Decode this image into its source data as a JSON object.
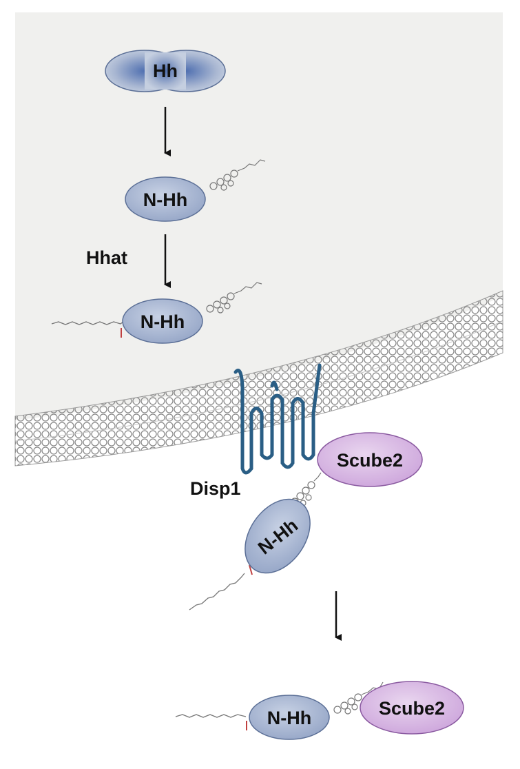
{
  "labels": {
    "hh": "Hh",
    "nhh_1": "N-Hh",
    "hhat": "Hhat",
    "nhh_2": "N-Hh",
    "disp1": "Disp1",
    "scube2_membrane": "Scube2",
    "nhh_3": "N-Hh",
    "nhh_4": "N-Hh",
    "scube2_final": "Scube2"
  },
  "colors": {
    "cytoplasm": "#f0f0ee",
    "protein_fill": "#a9b7d2",
    "protein_stroke": "#5b6f96",
    "membrane": "#8a8a8a",
    "disp1": "#2a5e85",
    "scube2_fill": "#d9bde3",
    "scube2_stroke": "#8a5aa0",
    "palmitate_mark": "#c04040"
  }
}
